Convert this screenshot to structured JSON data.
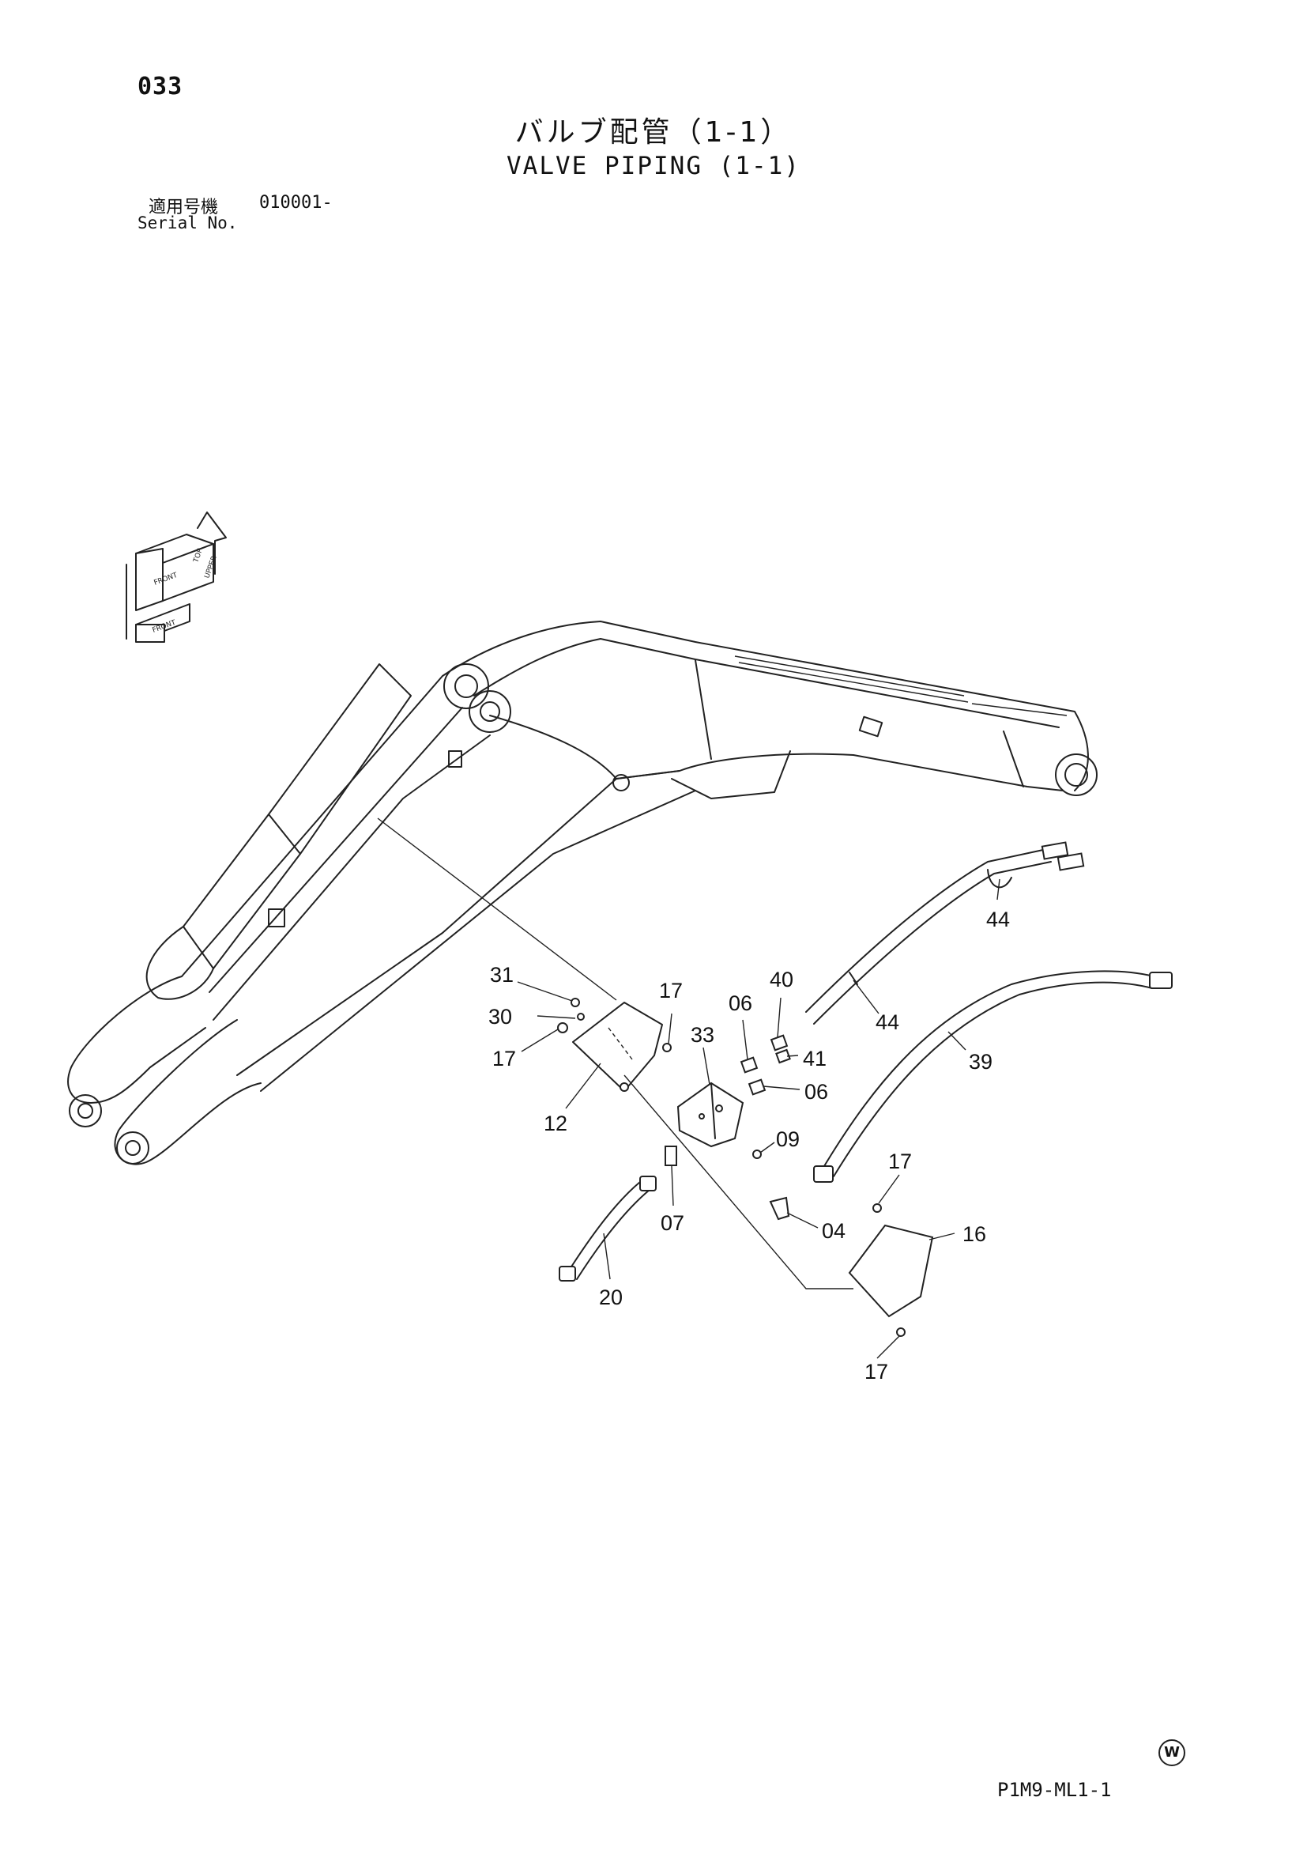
{
  "header": {
    "page_number": "033",
    "title_jp": "バルブ配管（1-1）",
    "title_en": "VALVE PIPING (1-1)",
    "serial_label_jp": "適用号機",
    "serial_value": "010001-",
    "serial_label_en": "Serial No."
  },
  "footer": {
    "drawing_code": "P1M9-ML1-1",
    "mark": "W"
  },
  "orientation_icon": {
    "labels": [
      "FRONT",
      "FRONT",
      "TOP",
      "UPPER"
    ]
  },
  "callouts": [
    "31",
    "30",
    "17",
    "12",
    "17",
    "33",
    "06",
    "40",
    "41",
    "06",
    "44",
    "44",
    "39",
    "09",
    "07",
    "04",
    "20",
    "17",
    "16",
    "17"
  ]
}
